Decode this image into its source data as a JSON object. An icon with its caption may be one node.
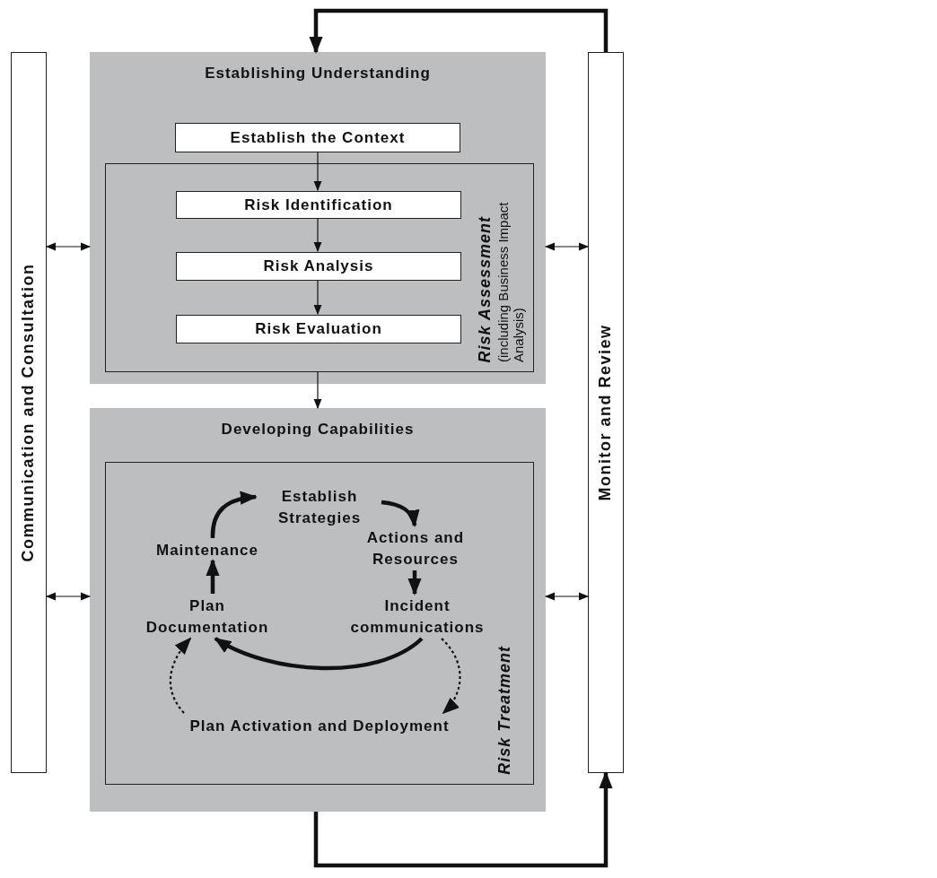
{
  "diagram": {
    "nodes": [
      {
        "text": [
          "Communication and Consultation"
        ]
      },
      {
        "text": [
          "Establishing Understanding"
        ]
      },
      {
        "text": [
          "Establish the Context"
        ],
        "in": 1
      },
      {
        "text": [
          "Risk Assessment",
          "(including Business Impact Analysis)"
        ],
        "in": 1
      },
      {
        "text": [
          "Risk Identification"
        ],
        "in": 3
      },
      {
        "text": [
          "Risk Analysis"
        ],
        "in": 3
      },
      {
        "text": [
          "Risk Evaluation"
        ],
        "in": 3
      },
      {
        "text": [
          "Developing Capabilities"
        ]
      },
      {
        "text": [
          "Risk Treatment"
        ],
        "in": 7
      },
      {
        "text": [
          "Establish Strategies"
        ],
        "in": 8
      },
      {
        "text": [
          "Actions and Resources"
        ],
        "in": 8
      },
      {
        "text": [
          "Incident communications"
        ],
        "in": 8
      },
      {
        "text": [
          "Plan Documentation"
        ],
        "in": 8
      },
      {
        "text": [
          "Maintenance"
        ],
        "in": 8
      },
      {
        "text": [
          "Plan Activation and Deployment"
        ],
        "in": 8
      },
      {
        "text": [
          "Monitor and Review"
        ]
      }
    ],
    "edges": [
      {
        "from": 15,
        "to": 1,
        "arrow": "to",
        "style": "thick"
      },
      {
        "from": 2,
        "to": 4,
        "arrow": "to"
      },
      {
        "from": 4,
        "to": 5,
        "arrow": "to"
      },
      {
        "from": 5,
        "to": 6,
        "arrow": "to"
      },
      {
        "from": 3,
        "to": 7,
        "arrow": "to"
      },
      {
        "from": 0,
        "to": 1,
        "arrow": "both"
      },
      {
        "from": 1,
        "to": 15,
        "arrow": "both"
      },
      {
        "from": 0,
        "to": 7,
        "arrow": "both"
      },
      {
        "from": 7,
        "to": 15,
        "arrow": "both"
      },
      {
        "from": 13,
        "to": 9,
        "arrow": "to",
        "style": "thick"
      },
      {
        "from": 9,
        "to": 10,
        "arrow": "to",
        "style": "thick"
      },
      {
        "from": 10,
        "to": 11,
        "arrow": "to",
        "style": "thick"
      },
      {
        "from": 11,
        "to": 12,
        "arrow": "to",
        "style": "thick"
      },
      {
        "from": 11,
        "to": 14,
        "arrow": "to",
        "style": "dashed"
      },
      {
        "from": 14,
        "to": 12,
        "arrow": "to",
        "style": "dashed"
      },
      {
        "from": 12,
        "to": 13,
        "arrow": "to",
        "style": "thick"
      },
      {
        "from": 7,
        "to": 15,
        "arrow": "to",
        "style": "thick"
      }
    ]
  }
}
